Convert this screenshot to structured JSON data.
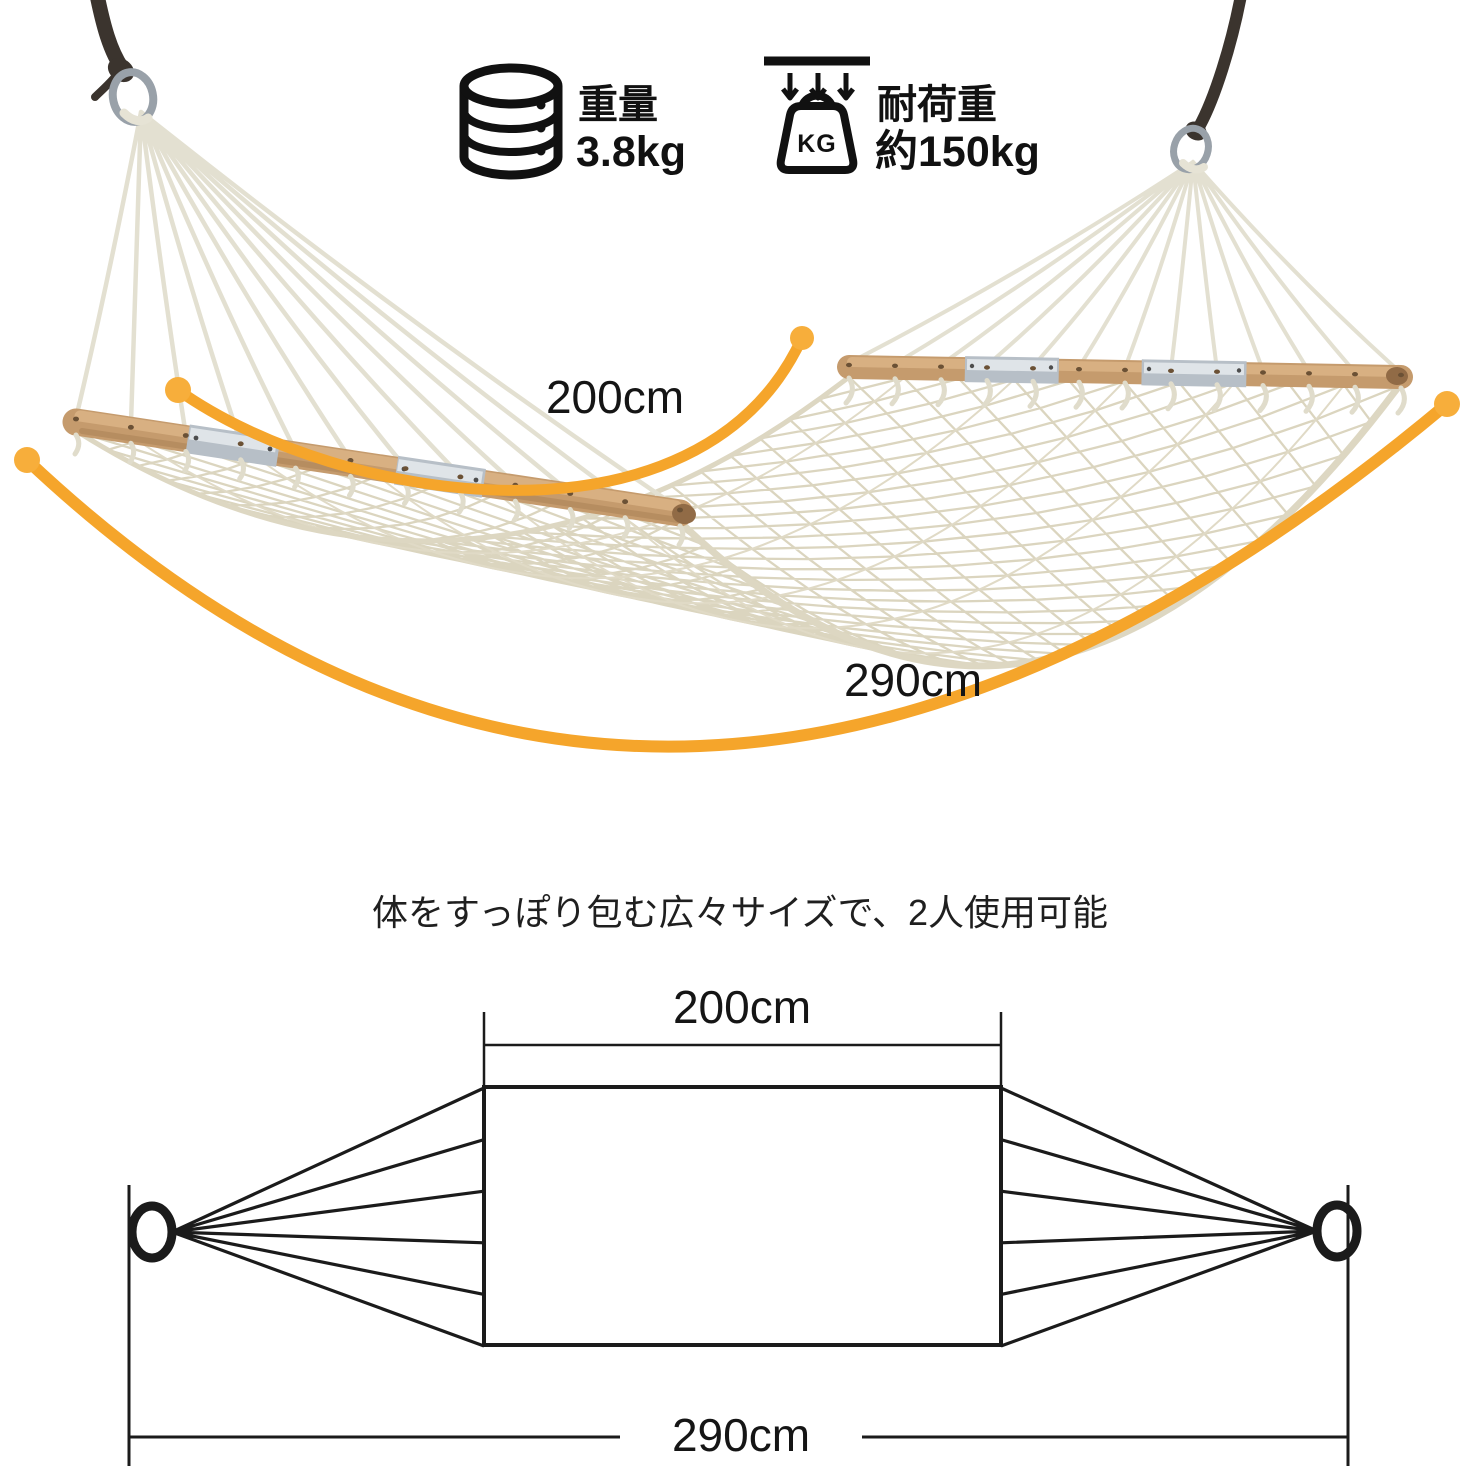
{
  "specs": {
    "weight": {
      "icon": "weight-drum-icon",
      "label": "重量",
      "value": "3.8kg"
    },
    "load": {
      "icon": "kettlebell-icon",
      "kg_text": "KG",
      "label": "耐荷重",
      "value": "約150kg"
    }
  },
  "photo_measurements": {
    "bed_length": "200cm",
    "total_length": "290cm"
  },
  "caption": "体をすっぽり包む広々サイズで、2人使用可能",
  "diagram": {
    "bed_length": "200cm",
    "total_length": "290cm"
  },
  "colors": {
    "accent_orange": "#F5A52B",
    "orange_dot": "#F7AE3B",
    "wood": "#C59B6D",
    "wood_highlight": "#D8B082",
    "metal_sleeve": "#B7BFC7",
    "rope_cream": "#E3E0D1",
    "net_cream": "#DBD5BF",
    "dark_rope": "#3B342E",
    "ring_metal": "#99A1A9",
    "line_black": "#1B1B1B",
    "icon_black": "#111111"
  }
}
